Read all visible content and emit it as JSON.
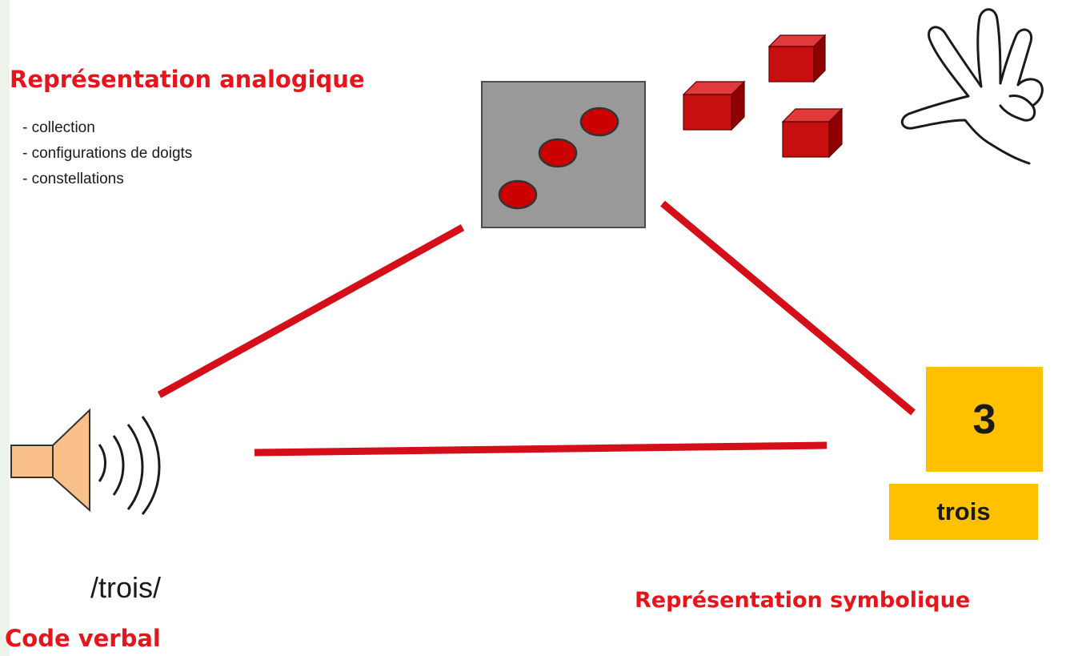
{
  "analog": {
    "title": "Représentation analogique",
    "items": [
      "- collection",
      "- configurations de doigts",
      "- constellations"
    ]
  },
  "symbolic": {
    "title": "Représentation symbolique",
    "digit": "3",
    "word": "trois"
  },
  "verbal": {
    "title": "Code verbal",
    "phonetic": "/trois/"
  },
  "colors": {
    "accent_red": "#e8141b",
    "link_red": "#d40f1a",
    "box_yellow": "#ffc000",
    "die_gray": "#999999",
    "dot_red": "#cc0000",
    "speaker_orange": "#f9c08a"
  },
  "icons": [
    "die-icon",
    "cubes-icon",
    "hand-three-fingers-icon",
    "speaker-icon"
  ]
}
